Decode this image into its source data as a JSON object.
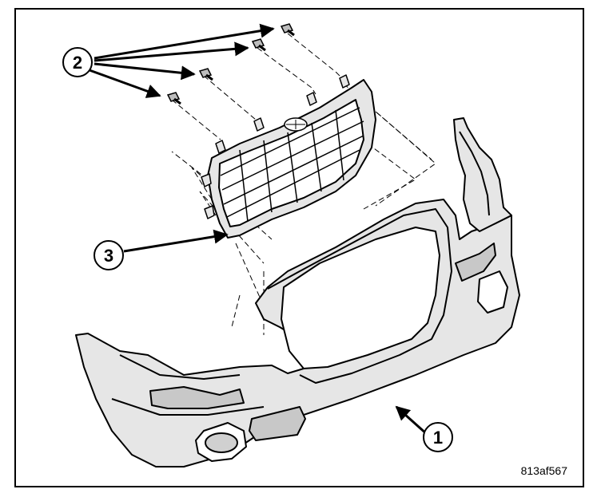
{
  "figure": {
    "code": "813af567"
  },
  "callouts": [
    {
      "number": "1",
      "target": "front-fascia"
    },
    {
      "number": "2",
      "target": "grille-screws"
    },
    {
      "number": "3",
      "target": "grille"
    }
  ],
  "colors": {
    "line": "#000000",
    "part_fill": "#e6e6e6",
    "part_shadow": "#c8c8c8",
    "background": "#ffffff"
  }
}
